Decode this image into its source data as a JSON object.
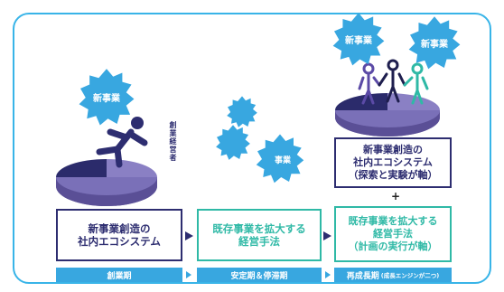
{
  "bursts": {
    "left": "新事業",
    "middle_right": "事業",
    "top_left": "新事業",
    "top_right": "新事業"
  },
  "founder_label": "創業経営者",
  "boxes": {
    "left": [
      "新事業創造の",
      "社内エコシステム"
    ],
    "middle": [
      "既存事業を拡大する",
      "経営手法"
    ],
    "right_lower": [
      "既存事業を拡大する",
      "経営手法",
      "（計画の実行が軸）"
    ],
    "right_upper": [
      "新事業創造の",
      "社内エコシステム",
      "（探索と実験が軸）"
    ]
  },
  "plus": "+",
  "phases": {
    "founding": "創業期",
    "stable": "安定期＆停滞期",
    "regrowth": "再成長期",
    "regrowth_note": "(成長エンジンが二つ)"
  },
  "colors": {
    "navy": "#2d2d70",
    "teal": "#2fb9a6",
    "burst_blue": "#38a7e0",
    "phase_bar": "#38a7e0",
    "disk_navy": "#2b2b6b",
    "disk_purple": "#8a80c4"
  }
}
